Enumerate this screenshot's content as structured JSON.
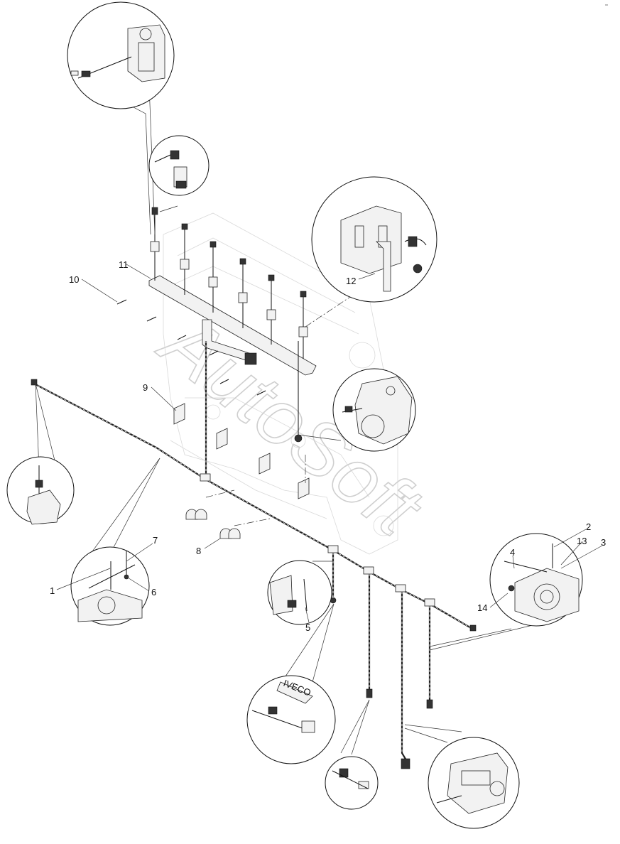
{
  "corner_mark": "xx",
  "watermark": "AutoSoft",
  "callouts": [
    {
      "id": "c1",
      "text": "1"
    },
    {
      "id": "c2",
      "text": "2"
    },
    {
      "id": "c3",
      "text": "3"
    },
    {
      "id": "c4",
      "text": "4"
    },
    {
      "id": "c5",
      "text": "5"
    },
    {
      "id": "c6",
      "text": "6"
    },
    {
      "id": "c7",
      "text": "7"
    },
    {
      "id": "c8",
      "text": "8"
    },
    {
      "id": "c9",
      "text": "9"
    },
    {
      "id": "c10",
      "text": "10"
    },
    {
      "id": "c11",
      "text": "11"
    },
    {
      "id": "c12",
      "text": "12"
    },
    {
      "id": "c13",
      "text": "13"
    },
    {
      "id": "c14",
      "text": "14"
    }
  ],
  "detail_label": "IVECO"
}
